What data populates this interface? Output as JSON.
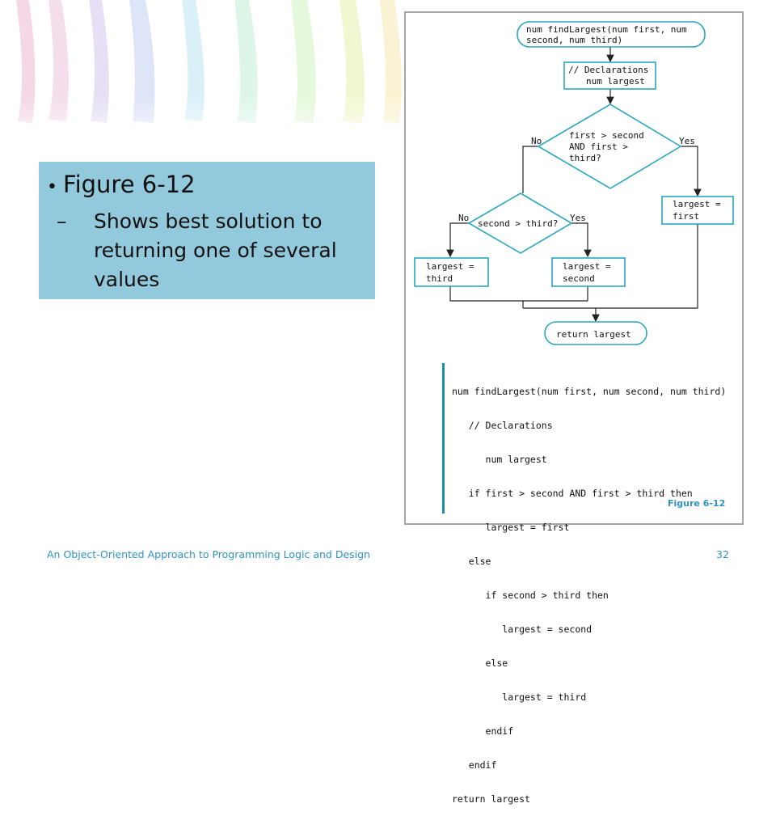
{
  "slide": {
    "bullet_main": "Figure 6-12",
    "bullet_sub": "Shows best solution to returning one of several values",
    "footer": "An Object-Oriented Approach to Programming Logic and Design",
    "page_number": "32"
  },
  "flowchart": {
    "start_line1": "num findLargest(num first, num",
    "start_line2": "second, num third)",
    "decl_line1": "// Declarations",
    "decl_line2": "num largest",
    "dec1_line1": "first > second",
    "dec1_line2": "AND first >",
    "dec1_line3": "third?",
    "dec1_no": "No",
    "dec1_yes": "Yes",
    "dec2_text": "second > third?",
    "dec2_no": "No",
    "dec2_yes": "Yes",
    "box_first_1": "largest =",
    "box_first_2": "first",
    "box_third_1": "largest =",
    "box_third_2": "third",
    "box_second_1": "largest =",
    "box_second_2": "second",
    "end_text": "return largest"
  },
  "pseudocode": [
    "num findLargest(num first, num second, num third)",
    "   // Declarations",
    "      num largest",
    "   if first > second AND first > third then",
    "      largest = first",
    "   else",
    "      if second > third then",
    "         largest = second",
    "      else",
    "         largest = third",
    "      endif",
    "   endif",
    "return largest"
  ],
  "figure_caption": "Figure 6-12",
  "colors": {
    "accent": "#2f93c1",
    "flow_stroke": "#29a7c0",
    "bullet_box": "#92c9dc"
  }
}
